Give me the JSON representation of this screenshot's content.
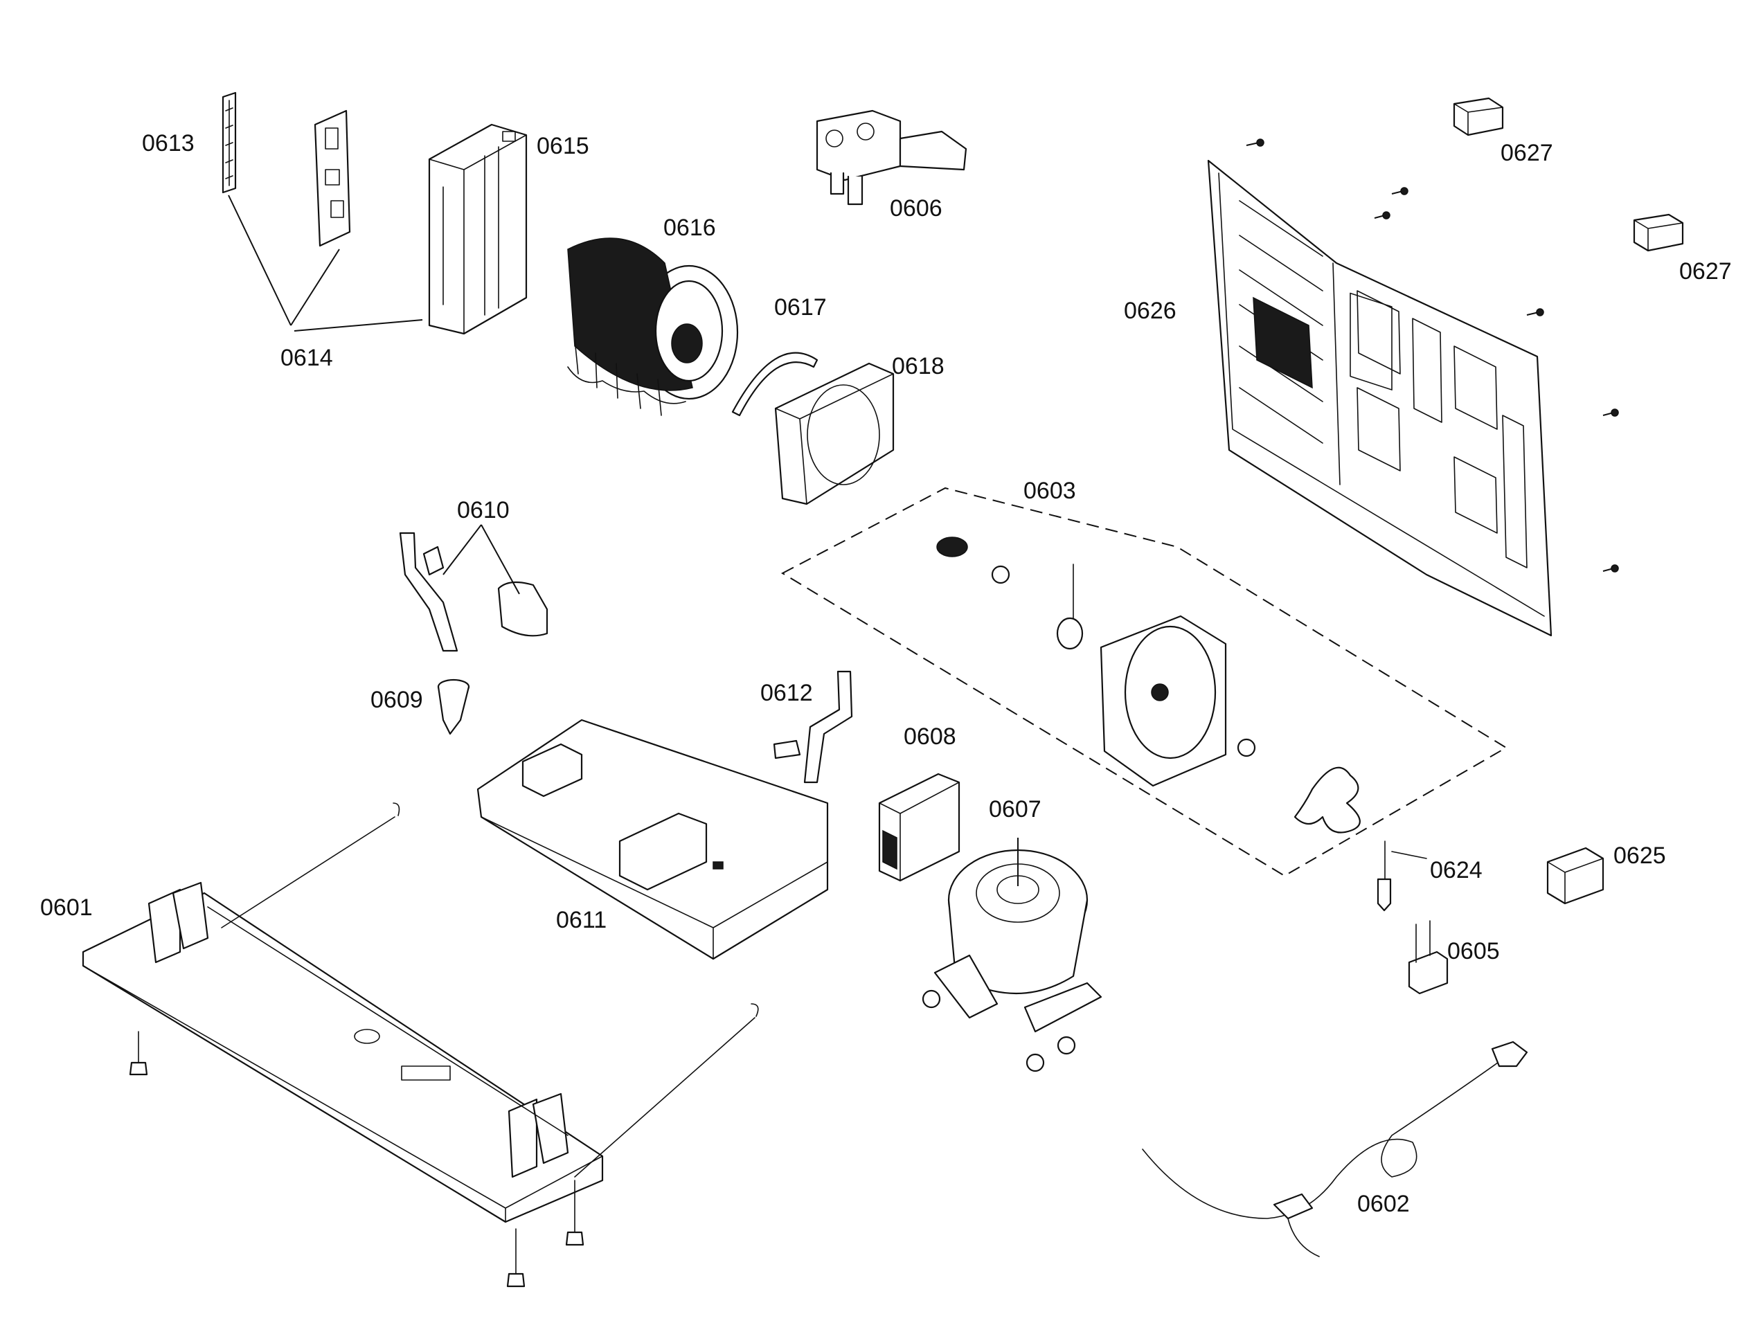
{
  "labels": {
    "p0601": "0601",
    "p0602": "0602",
    "p0603": "0603",
    "p0605": "0605",
    "p0606": "0606",
    "p0607": "0607",
    "p0608": "0608",
    "p0609": "0609",
    "p0610": "0610",
    "p0611": "0611",
    "p0612": "0612",
    "p0613": "0613",
    "p0614": "0614",
    "p0615": "0615",
    "p0616": "0616",
    "p0617": "0617",
    "p0618": "0618",
    "p0624": "0624",
    "p0625": "0625",
    "p0626": "0626",
    "p0627a": "0627",
    "p0627b": "0627"
  }
}
